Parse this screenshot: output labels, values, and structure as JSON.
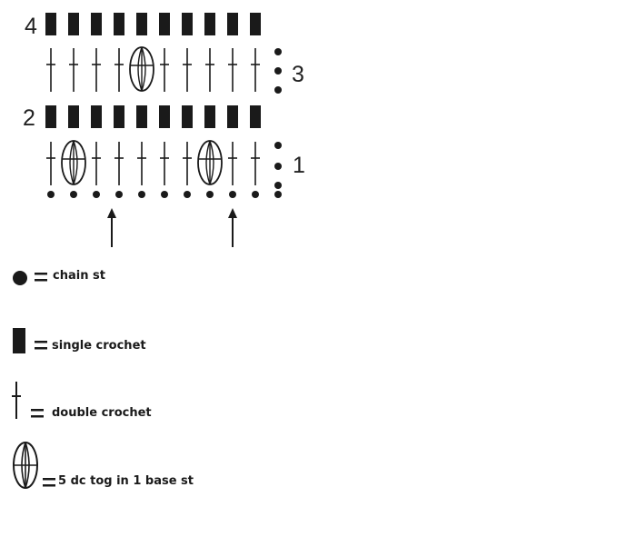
{
  "diagram": {
    "row_labels": [
      "1",
      "2",
      "3",
      "4"
    ],
    "rows": [
      {
        "row": "foundation",
        "stitches": [
          "ch",
          "ch",
          "ch",
          "ch",
          "ch",
          "ch",
          "ch",
          "ch",
          "ch",
          "ch",
          "ch"
        ]
      },
      {
        "row": "1",
        "stitches": [
          "dc",
          "cluster",
          "dc",
          "dc",
          "dc",
          "dc",
          "dc",
          "cluster",
          "dc",
          "dc"
        ]
      },
      {
        "row": "2",
        "stitches": [
          "sc",
          "sc",
          "sc",
          "sc",
          "sc",
          "sc",
          "sc",
          "sc",
          "sc",
          "sc"
        ]
      },
      {
        "row": "3",
        "stitches": [
          "dc",
          "dc",
          "dc",
          "dc",
          "cluster",
          "dc",
          "dc",
          "dc",
          "dc",
          "dc"
        ]
      },
      {
        "row": "4",
        "stitches": [
          "sc",
          "sc",
          "sc",
          "sc",
          "sc",
          "sc",
          "sc",
          "sc",
          "sc",
          "sc"
        ]
      }
    ],
    "arrows": 2
  },
  "legend": [
    {
      "symbol": "chain",
      "equals": "=",
      "label": "chain st"
    },
    {
      "symbol": "sc",
      "equals": "=",
      "label": "single crochet"
    },
    {
      "symbol": "dc",
      "equals": "=",
      "label": "double crochet"
    },
    {
      "symbol": "cluster",
      "equals": "=",
      "label": "5 dc tog in 1 base st"
    }
  ],
  "colors": {
    "ink": "#1a1a1a",
    "background": "#ffffff"
  }
}
